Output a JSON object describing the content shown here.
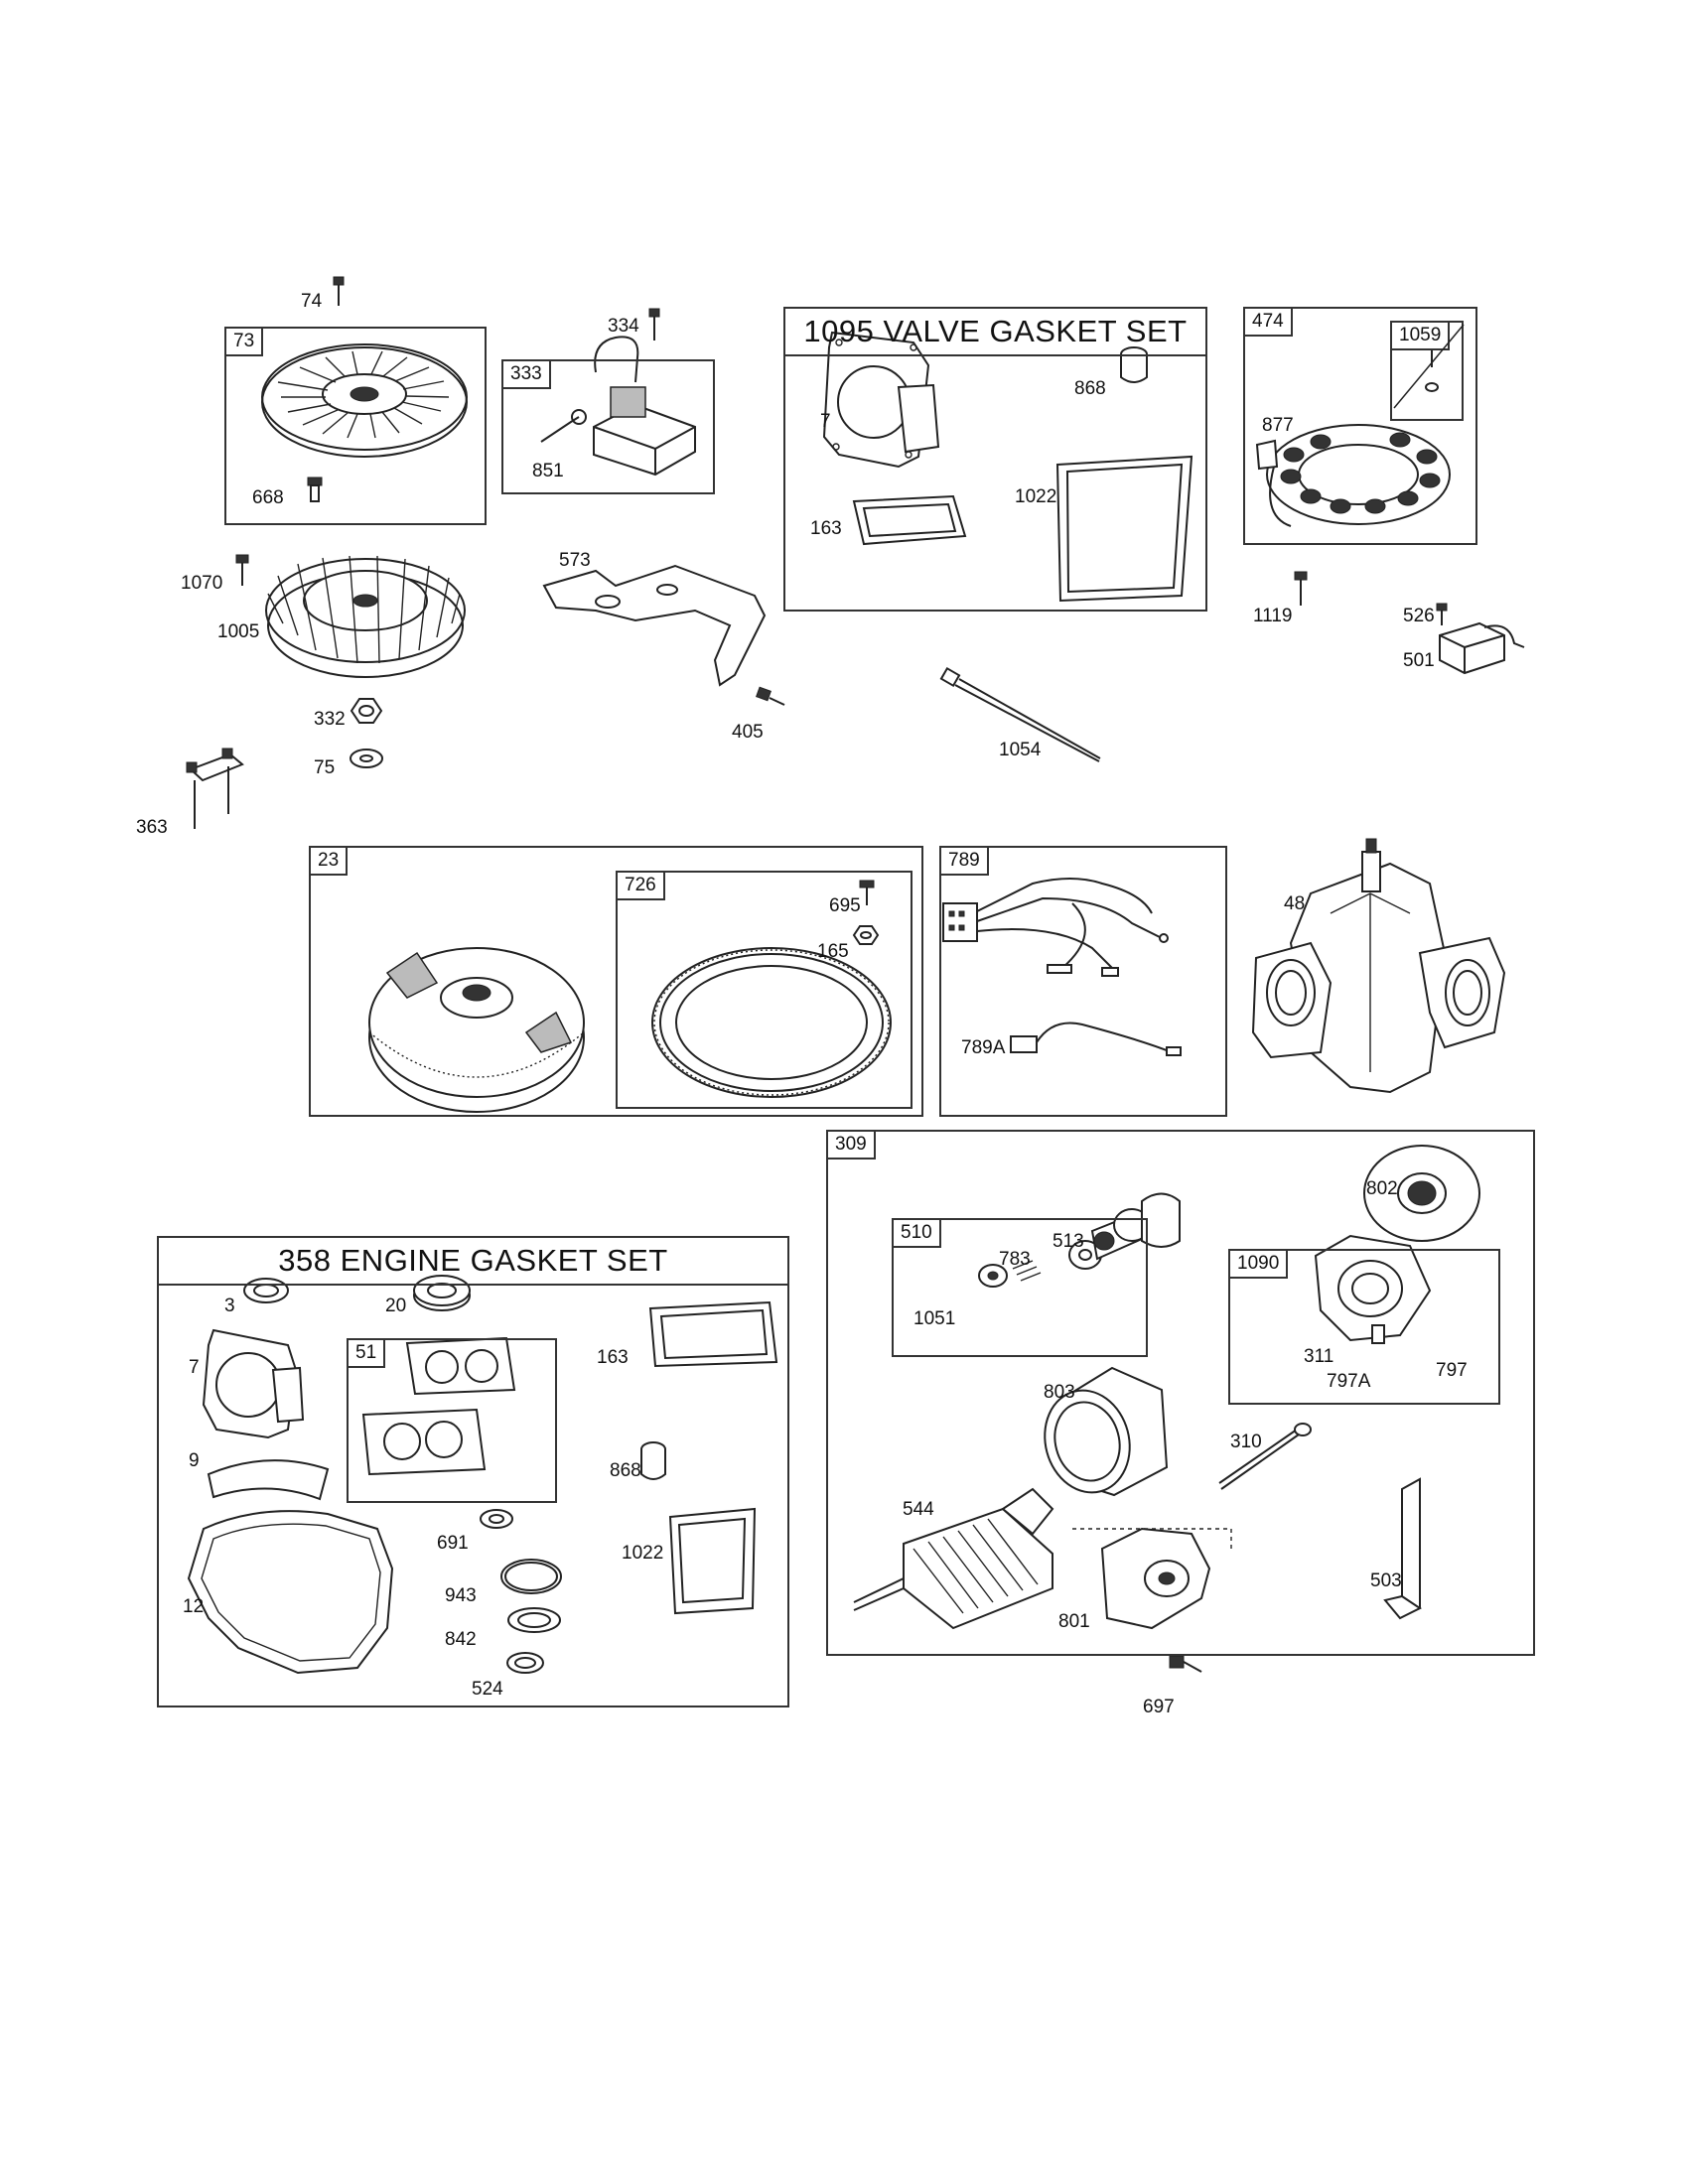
{
  "kits": {
    "valve_gasket_set": "1095 VALVE GASKET SET",
    "engine_gasket_set": "358 ENGINE GASKET SET"
  },
  "boxes": {
    "b73": "73",
    "b333": "333",
    "b474": "474",
    "b1059": "1059",
    "b23": "23",
    "b726": "726",
    "b789": "789",
    "b309": "309",
    "b510": "510",
    "b1090": "1090",
    "b51": "51"
  },
  "labels": {
    "p74": "74",
    "p668": "668",
    "p334": "334",
    "p851": "851",
    "p1070": "1070",
    "p1005": "1005",
    "p573": "573",
    "p332": "332",
    "p405": "405",
    "p75": "75",
    "p363": "363",
    "v7": "7",
    "v868": "868",
    "v163": "163",
    "v1022": "1022",
    "p877": "877",
    "p1119": "1119",
    "p526": "526",
    "p501": "501",
    "p1054": "1054",
    "p695": "695",
    "p165": "165",
    "p789a": "789A",
    "p48": "48",
    "p802": "802",
    "p513": "513",
    "p783": "783",
    "p1051": "1051",
    "p311": "311",
    "p797a": "797A",
    "p797": "797",
    "p803": "803",
    "p310": "310",
    "p544": "544",
    "p503": "503",
    "p801": "801",
    "p697": "697",
    "e3": "3",
    "e20": "20",
    "e7": "7",
    "e163": "163",
    "e9": "9",
    "e868": "868",
    "e691": "691",
    "e1022": "1022",
    "e12": "12",
    "e943": "943",
    "e842": "842",
    "e524": "524"
  }
}
